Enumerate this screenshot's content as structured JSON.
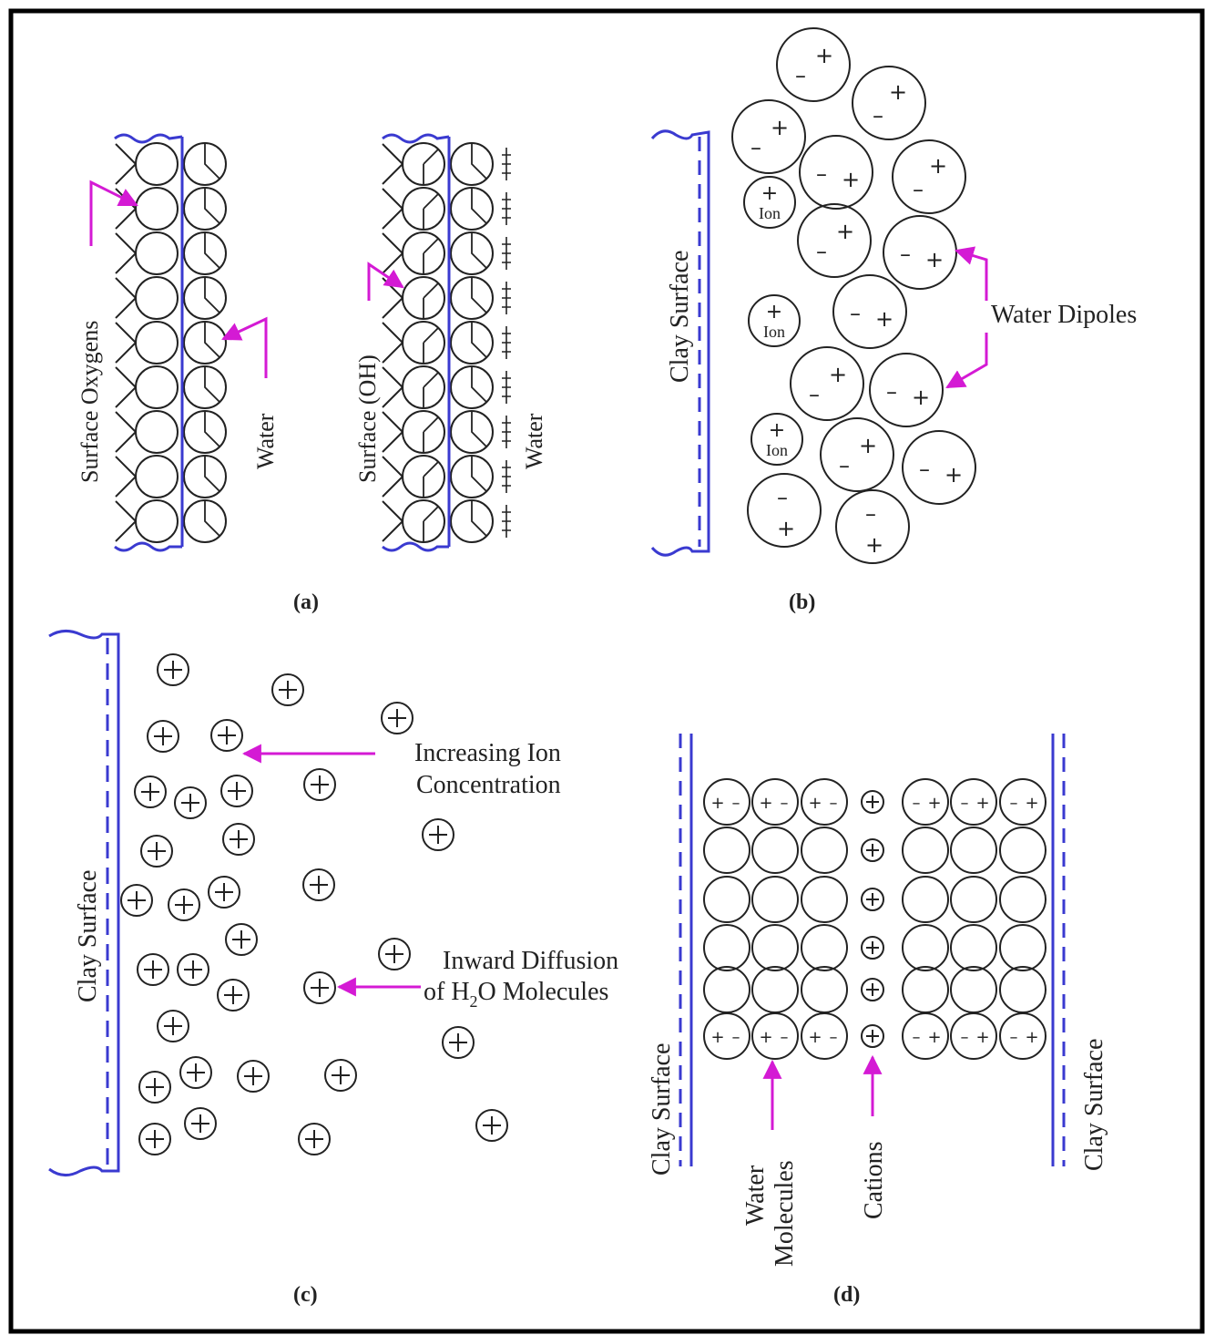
{
  "panels": {
    "a": {
      "caption": "(a)",
      "left_label": "Surface Oxygens",
      "left_water": "Water",
      "right_label": "Surface (OH)",
      "right_water": "Water"
    },
    "b": {
      "caption": "(b)",
      "surface_label": "Clay Surface",
      "ion_label": "Ion",
      "dipole_label": "Water Dipoles"
    },
    "c": {
      "caption": "(c)",
      "surface_label": "Clay Surface",
      "increasing_line1": "Increasing Ion",
      "increasing_line2": "Concentration",
      "diffusion_line1": "Inward Diffusion",
      "diffusion_line2_pre": "of H",
      "diffusion_line2_sub": "2",
      "diffusion_line2_post": "O Molecules"
    },
    "d": {
      "caption": "(d)",
      "left_surface_label": "Clay Surface",
      "right_surface_label": "Clay Surface",
      "water_line1": "Water",
      "water_line2": "Molecules",
      "cations_label": "Cations"
    }
  },
  "colors": {
    "frame": "#000000",
    "surface": "#3a3ad0",
    "arrow": "#d41ad4",
    "ink": "#222222"
  }
}
